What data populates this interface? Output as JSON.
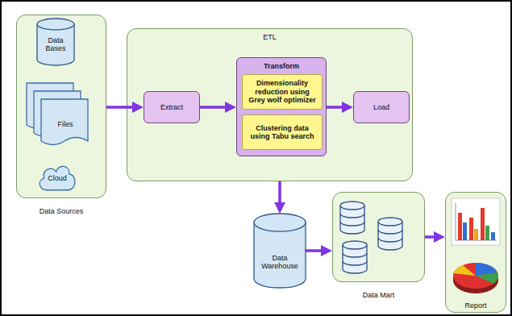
{
  "diagram": {
    "nodes": [
      {
        "text": [
          "Data Sources"
        ]
      },
      {
        "text": [
          "Data Bases"
        ],
        "in": 0
      },
      {
        "text": [
          "Files"
        ],
        "in": 0
      },
      {
        "text": [
          "Cloud"
        ],
        "in": 0
      },
      {
        "text": [
          "ETL"
        ]
      },
      {
        "text": [
          "Extract"
        ],
        "in": 4
      },
      {
        "text": [
          "Transform"
        ],
        "in": 4
      },
      {
        "text": [
          "Dimensionality reduction using Grey wolf optimizer"
        ],
        "in": 6
      },
      {
        "text": [
          "Clustering data using Tabu search"
        ],
        "in": 6
      },
      {
        "text": [
          "Load"
        ],
        "in": 4
      },
      {
        "text": [
          "Data Warehouse"
        ]
      },
      {
        "text": [
          "Data Mart"
        ]
      },
      {
        "text": [
          "Report"
        ]
      }
    ],
    "edges": [
      {
        "from": 0,
        "to": 5,
        "arrow": "to"
      },
      {
        "from": 5,
        "to": 6,
        "arrow": "to"
      },
      {
        "from": 6,
        "to": 9,
        "arrow": "to"
      },
      {
        "from": 4,
        "to": 10,
        "arrow": "to"
      },
      {
        "from": 10,
        "to": 11,
        "arrow": "to"
      },
      {
        "from": 11,
        "to": 12,
        "arrow": "to"
      }
    ]
  }
}
